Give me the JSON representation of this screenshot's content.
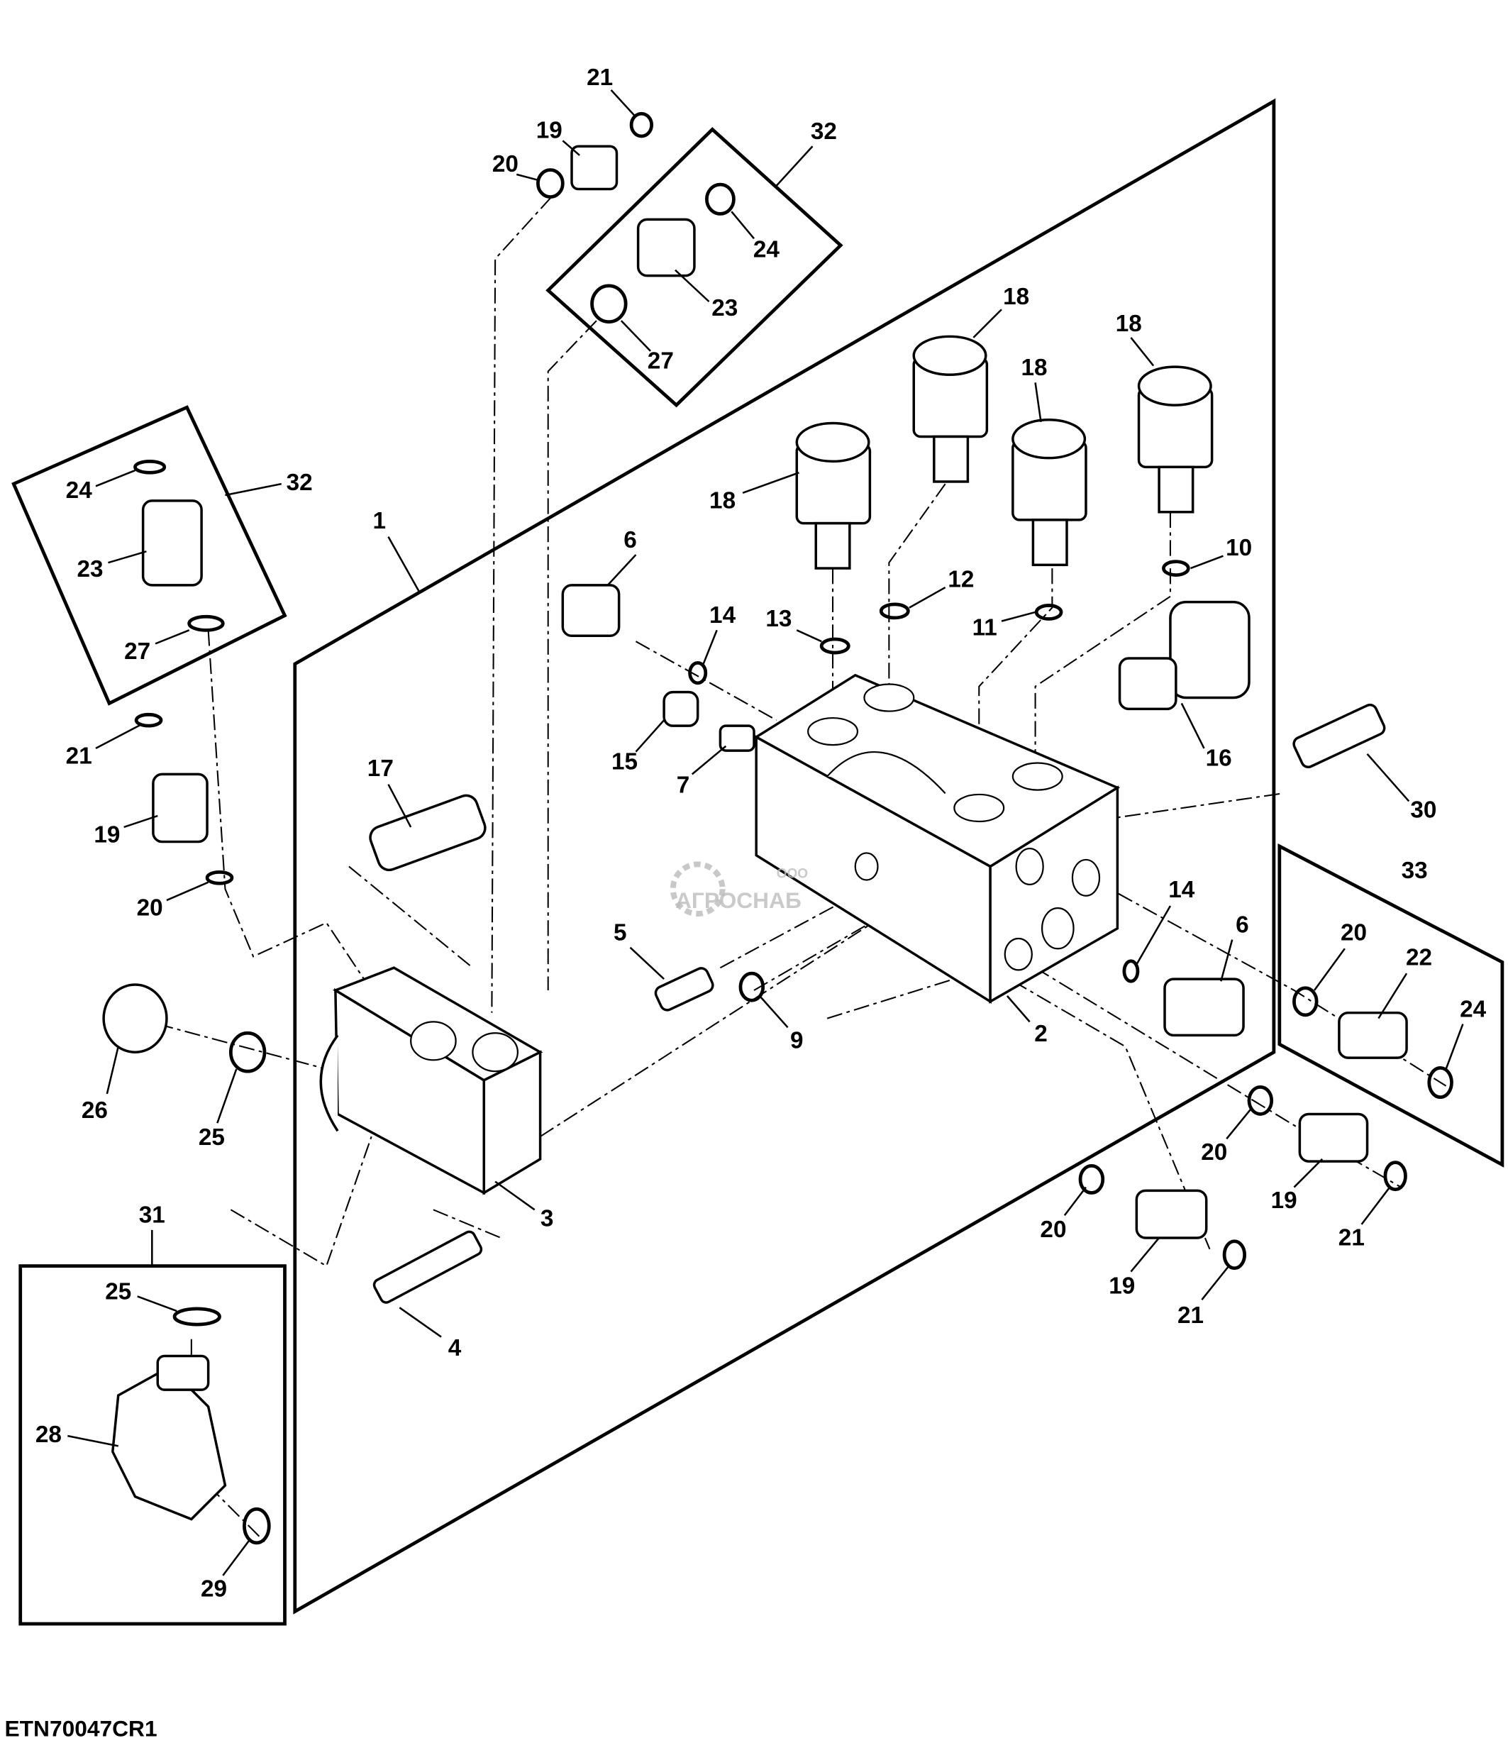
{
  "figure_code": "ETN70047CR1",
  "watermark": {
    "line1": "ООО",
    "line2": "АГРОСНАБ"
  },
  "callouts": {
    "c21a": "21",
    "c19a": "19",
    "c20a": "20",
    "c32a": "32",
    "c24a": "24",
    "c23a": "23",
    "c27a": "27",
    "c18a": "18",
    "c18b": "18",
    "c18c": "18",
    "c18d": "18",
    "c24b": "24",
    "c32b": "32",
    "c23b": "23",
    "c27b": "27",
    "c1": "1",
    "c6a": "6",
    "c14a": "14",
    "c13": "13",
    "c12": "12",
    "c11": "11",
    "c10": "10",
    "c15": "15",
    "c7": "7",
    "c16": "16",
    "c30": "30",
    "c21b": "21",
    "c19b": "19",
    "c20b": "20",
    "c17": "17",
    "c33": "33",
    "c14b": "14",
    "c6b": "6",
    "c20c": "20",
    "c22": "22",
    "c24c": "24",
    "c5": "5",
    "c9": "9",
    "c2": "2",
    "c26": "26",
    "c25a": "25",
    "c3": "3",
    "c20d": "20",
    "c19c": "19",
    "c21c": "21",
    "c20e": "20",
    "c19d": "19",
    "c21d": "21",
    "c31": "31",
    "c25b": "25",
    "c4": "4",
    "c28": "28",
    "c29": "29"
  }
}
